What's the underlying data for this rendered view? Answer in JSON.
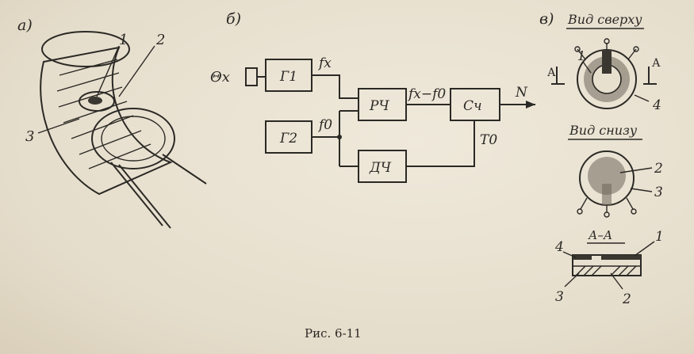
{
  "panels": {
    "a": {
      "tag": "а)",
      "labels": [
        "1",
        "2",
        "3"
      ]
    },
    "b": {
      "tag": "б)",
      "blocks": {
        "g1": "Г1",
        "g2": "Г2",
        "rch": "РЧ",
        "dch": "ДЧ",
        "sch": "Сч"
      },
      "signals": {
        "theta": "Θx",
        "fx": "fx",
        "f0": "f0",
        "diff": "fx−f0",
        "t0": "T0",
        "n": "N"
      }
    },
    "c": {
      "tag": "в)",
      "top_view": "Вид сверху",
      "bottom_view": "Вид снизу",
      "section": "А–А",
      "section_mark": "А",
      "labels": [
        "1",
        "2",
        "3",
        "4"
      ]
    }
  },
  "caption": "Рис. 6-11"
}
